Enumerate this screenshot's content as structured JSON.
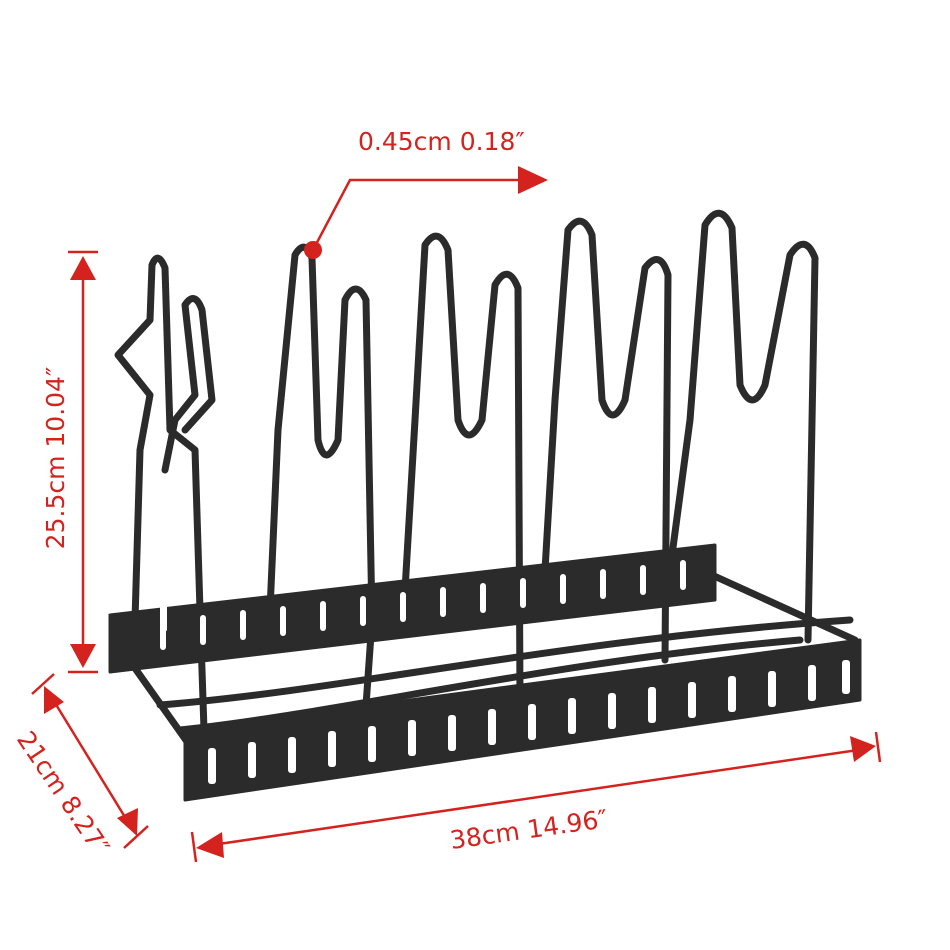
{
  "dimensions": {
    "wire_thickness": "0.45cm 0.18″",
    "height": "25.5cm 10.04″",
    "depth": "21cm 8.27″",
    "width": "38cm 14.96″"
  },
  "colors": {
    "annotation": "#d4231e",
    "wire": "#2b2b2b",
    "background": "#ffffff"
  },
  "icons": {
    "arrow_head": "arrow-head-icon",
    "marker_dot": "marker-dot-icon"
  }
}
